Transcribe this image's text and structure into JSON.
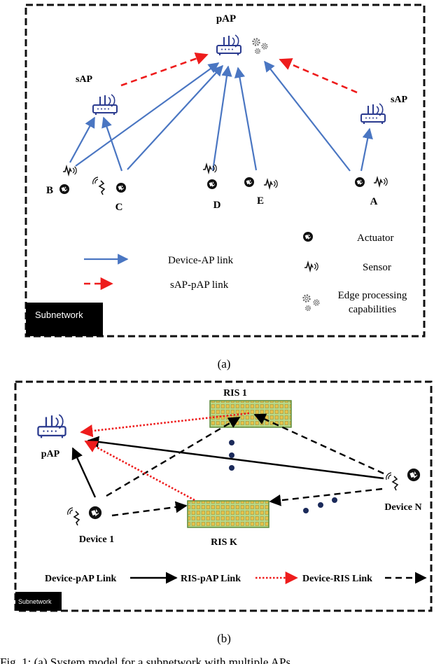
{
  "panel_a": {
    "nodes": {
      "pap": "pAP",
      "sap_left": "sAP",
      "sap_right": "sAP",
      "b": "B",
      "c": "C",
      "d": "D",
      "e": "E",
      "a": "A"
    },
    "legend": {
      "device_ap": "Device-AP link",
      "sap_pap": "sAP-pAP link",
      "actuator": "Actuator",
      "sensor": "Sensor",
      "edge_line1": "Edge processing",
      "edge_line2": "capabilities"
    },
    "subnetwork_badge": "Subnetwork",
    "caption": "(a)"
  },
  "panel_b": {
    "nodes": {
      "pap": "pAP",
      "ris_1": "RIS 1",
      "ris_k": "RIS K",
      "device_1": "Device 1",
      "device_n": "Device N"
    },
    "legend": {
      "device_pap": "Device-pAP Link",
      "ris_pap": "RIS-pAP Link",
      "device_ris": "Device-RIS Link"
    },
    "subnetwork_badge": "Subnetwork",
    "caption": "(b)"
  },
  "footer_caption": "Fig. 1: (a) System model for a subnetwork with multiple APs"
}
